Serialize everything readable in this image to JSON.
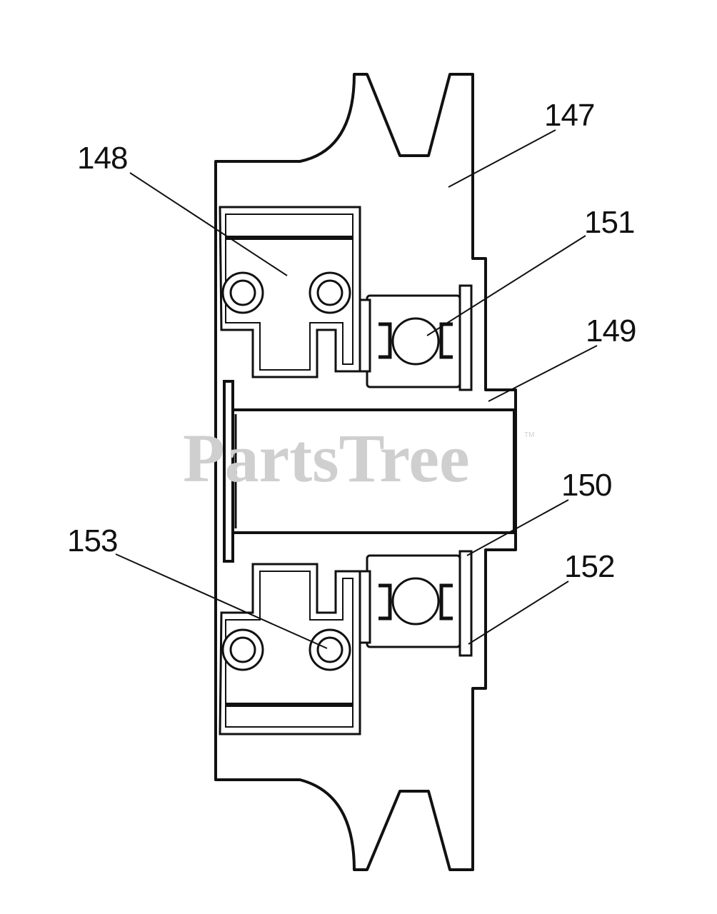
{
  "diagram": {
    "watermark": "PartsTree",
    "watermark_mark": "TM",
    "callouts": [
      {
        "id": "147",
        "label": "147"
      },
      {
        "id": "148",
        "label": "148"
      },
      {
        "id": "151",
        "label": "151"
      },
      {
        "id": "149",
        "label": "149"
      },
      {
        "id": "150",
        "label": "150"
      },
      {
        "id": "153",
        "label": "153"
      },
      {
        "id": "152",
        "label": "152"
      }
    ]
  },
  "colors": {
    "line": "#111111",
    "fill": "#ffffff",
    "watermark": "#cfcfcf"
  }
}
